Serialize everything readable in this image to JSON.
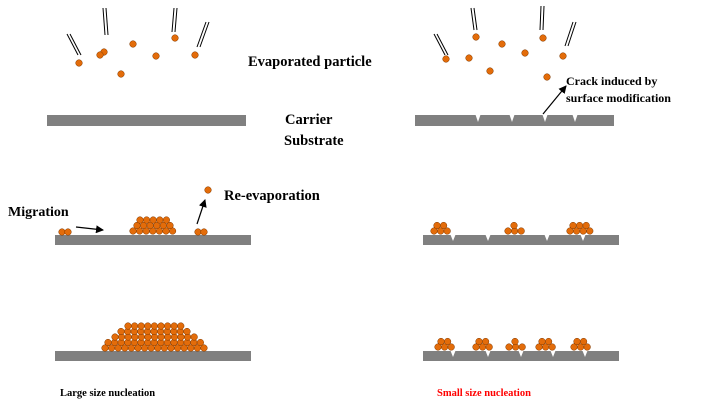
{
  "labels": {
    "evaporated_particle": "Evaporated particle",
    "carrier_substrate_line1": "Carrier",
    "carrier_substrate_line2": "Substrate",
    "crack_line1": "Crack induced  by",
    "crack_line2": "surface modification",
    "migration": "Migration",
    "re_evaporation": "Re-evaporation",
    "large_size_nucleation": "Large size nucleation",
    "small_size_nucleation": "Small size nucleation"
  },
  "colors": {
    "substrate": "#808080",
    "particle_fill": "#e36c0a",
    "particle_stroke": "#7f3800",
    "text": "#000000",
    "small_nucleation_text": "#ff0000",
    "crack": "#ffffff"
  },
  "icons": {
    "particle": "orange-circle",
    "beam": "double-line-arrow",
    "crack": "v-notch"
  }
}
